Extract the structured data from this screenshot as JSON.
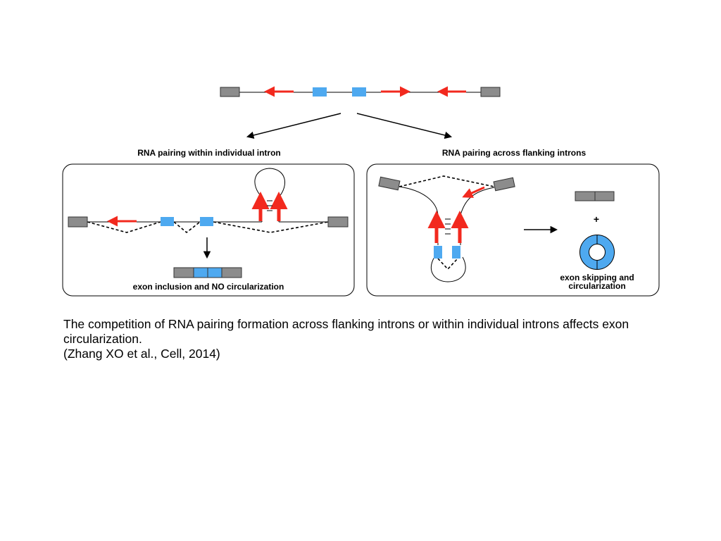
{
  "panels": {
    "left_title": "RNA pairing within individual intron",
    "right_title": "RNA pairing across flanking introns",
    "left_result": "exon inclusion and NO circularization",
    "right_result_line1": "exon skipping and",
    "right_result_line2": "circularization",
    "plus_sign": "+"
  },
  "caption": {
    "text": "The competition of RNA pairing formation across flanking introns or within individual introns affects exon circularization.",
    "citation": "(Zhang XO et al., Cell, 2014)"
  },
  "colors": {
    "exon_flank": "#8c8c8c",
    "exon_middle": "#4ea9f0",
    "complementary_seq": "#f2291e",
    "line": "#000000"
  }
}
